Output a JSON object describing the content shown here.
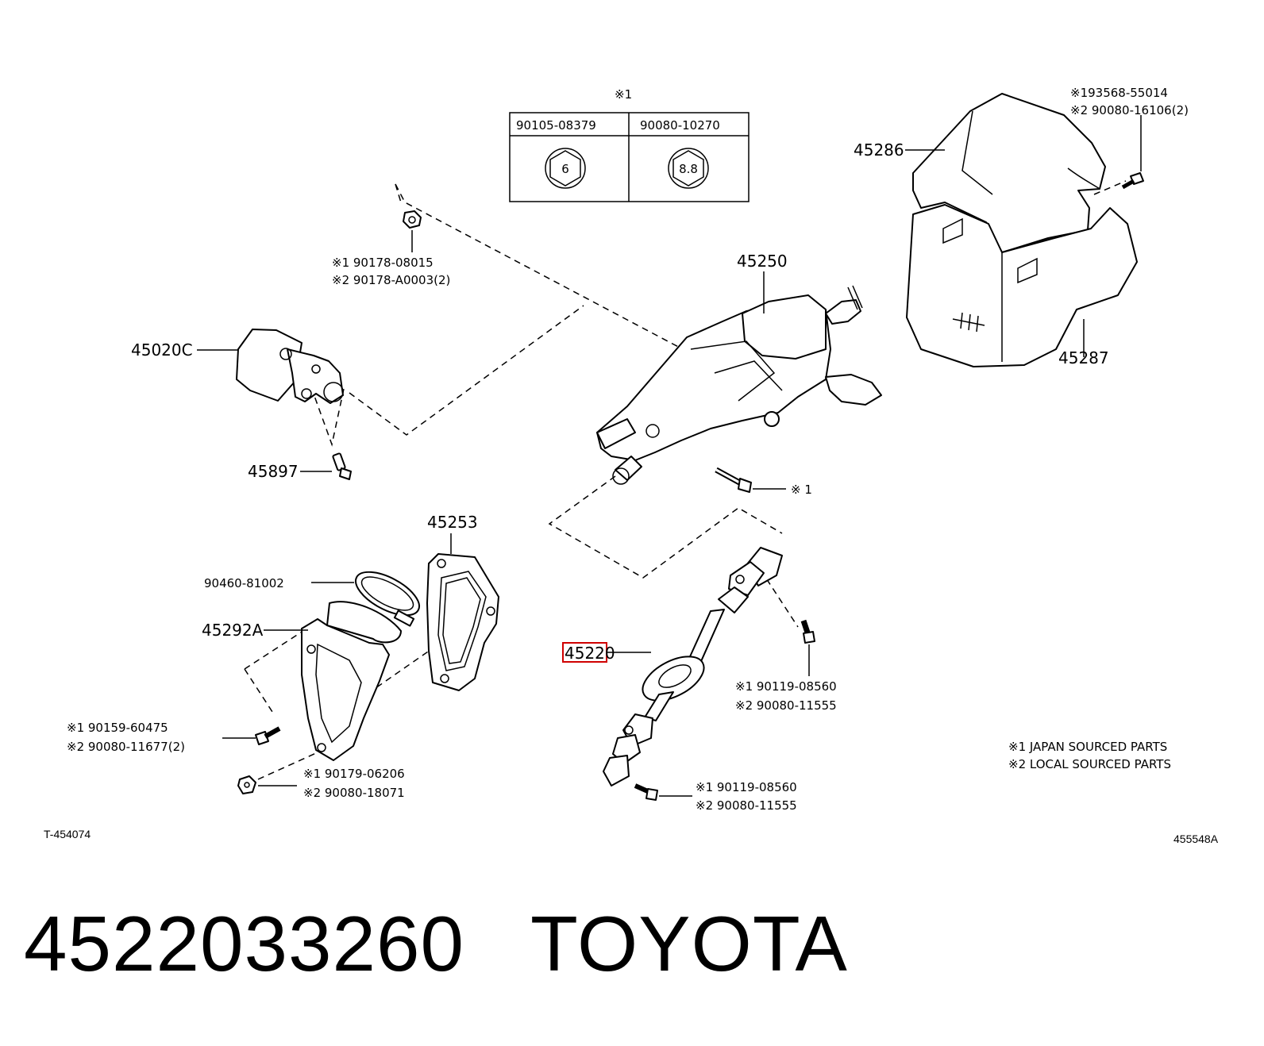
{
  "spec_table": {
    "note_mark": "※1",
    "col1_header": "90105-08379",
    "col2_header": "90080-10270",
    "col1_grade": "6",
    "col2_grade": "8.8"
  },
  "labels": {
    "p45286": "45286",
    "p45287": "45287",
    "p45250": "45250",
    "p45020c": "45020C",
    "p45897": "45897",
    "p45253": "45253",
    "p90460": "90460-81002",
    "p45292a": "45292A",
    "p45220": "45220",
    "nut_1": "※1  90178-08015",
    "nut_2": "※2  90178-A0003(2)",
    "cover_screw_1": "※193568-55014",
    "cover_screw_2": "※2 90080-16106(2)",
    "column_bolt": "※ 1",
    "joint_bolt_upper_1": "※1  90119-08560",
    "joint_bolt_upper_2": "※2  90080-11555",
    "joint_bolt_lower_1": "※1  90119-08560",
    "joint_bolt_lower_2": "※2  90080-11555",
    "cover_bolt_1": "※1  90159-60475",
    "cover_bolt_2": "※2  90080-11677(2)",
    "cover_nut_1": "※1  90179-06206",
    "cover_nut_2": "※2  90080-18071"
  },
  "legend": {
    "line1": "※1  JAPAN SOURCED PARTS",
    "line2": "※2  LOCAL SOURCED PARTS"
  },
  "codes": {
    "left": "T-454074",
    "right": "455548A"
  },
  "title": "4522033260   TOYOTA",
  "colors": {
    "highlight": "#d00000",
    "line": "#000000",
    "background": "#ffffff"
  }
}
